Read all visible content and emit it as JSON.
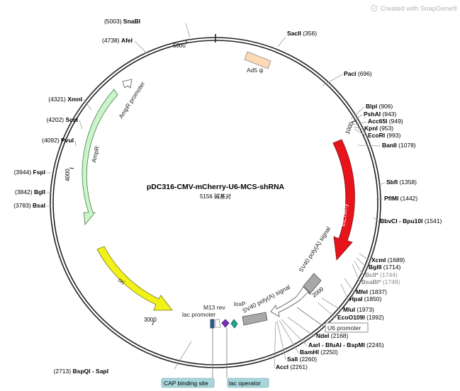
{
  "credit": "Created with SnapGene®",
  "plasmid": {
    "name": "pDC316-CMV-mCherry-U6-MCS-shRNA",
    "size_text": "5156 碱基对"
  },
  "ticks": [
    "1000",
    "2000",
    "3000",
    "4000",
    "5000"
  ],
  "sites_left": [
    {
      "pos": "(5003)",
      "name": "SnaBI"
    },
    {
      "pos": "(4738)",
      "name": "AfeI"
    },
    {
      "pos": "(4321)",
      "name": "XmnI"
    },
    {
      "pos": "(4202)",
      "name": "ScaI"
    },
    {
      "pos": "(4092)",
      "name": "PvuI"
    },
    {
      "pos": "(3944)",
      "name": "FspI"
    },
    {
      "pos": "(3842)",
      "name": "BglI"
    },
    {
      "pos": "(3783)",
      "name": "BsaI"
    },
    {
      "pos": "(2713)",
      "name": "BspQI - SapI"
    }
  ],
  "sites_right": [
    {
      "name": "SacII",
      "pos": "(356)"
    },
    {
      "name": "PacI",
      "pos": "(696)"
    },
    {
      "name": "BlpI",
      "pos": "(906)"
    },
    {
      "name": "PshAI",
      "pos": "(943)"
    },
    {
      "name": "Acc65I",
      "pos": "(949)"
    },
    {
      "name": "KpnI",
      "pos": "(953)"
    },
    {
      "name": "EcoRI",
      "pos": "(993)"
    },
    {
      "name": "BanII",
      "pos": "(1078)"
    },
    {
      "name": "SbfI",
      "pos": "(1358)"
    },
    {
      "name": "PflMI",
      "pos": "(1442)"
    },
    {
      "name": "BbvCI - Bpu10I",
      "pos": "(1541)"
    },
    {
      "name": "XcmI",
      "pos": "(1689)"
    },
    {
      "name": "BglII",
      "pos": "(1714)"
    },
    {
      "name": "BclI*",
      "pos": "(1744)"
    },
    {
      "name": "BsaBI*",
      "pos": "(1749)"
    },
    {
      "name": "MfeI",
      "pos": "(1837)"
    },
    {
      "name": "HpaI",
      "pos": "(1850)"
    },
    {
      "name": "MluI",
      "pos": "(1973)"
    },
    {
      "name": "EcoO109I",
      "pos": "(1992)"
    },
    {
      "name": "NdeI",
      "pos": "(2168)"
    },
    {
      "name": "AarI - BfuAI - BspMI",
      "pos": "(2245)"
    },
    {
      "name": "BamHI",
      "pos": "(2250)"
    },
    {
      "name": "SalI",
      "pos": "(2260)"
    },
    {
      "name": "AccI",
      "pos": "(2261)"
    }
  ],
  "features": {
    "ad5": "Ad5 ψ",
    "mcherry": "mCherry",
    "sv40_signal_right": "SV40 poly(A) signal",
    "sv40_signal_left": "SV40 poly(A) signal",
    "u6_promoter": "U6 promoter",
    "ori": "ori",
    "ampr": "AmpR",
    "ampr_promoter": "AmpR promoter",
    "m13_rev": "M13 rev",
    "lac_promoter": "lac promoter",
    "loxp": "loxP",
    "cap_binding_site": "CAP binding site",
    "lac_operator": "lac operator"
  },
  "colors": {
    "mcherry": "#e8141b",
    "ori": "#f2f21a",
    "ampr": "#c9f5c8",
    "ad5": "#fdd9b5",
    "sv40": "#a8a8a8",
    "badge": "#a8d6dc"
  }
}
